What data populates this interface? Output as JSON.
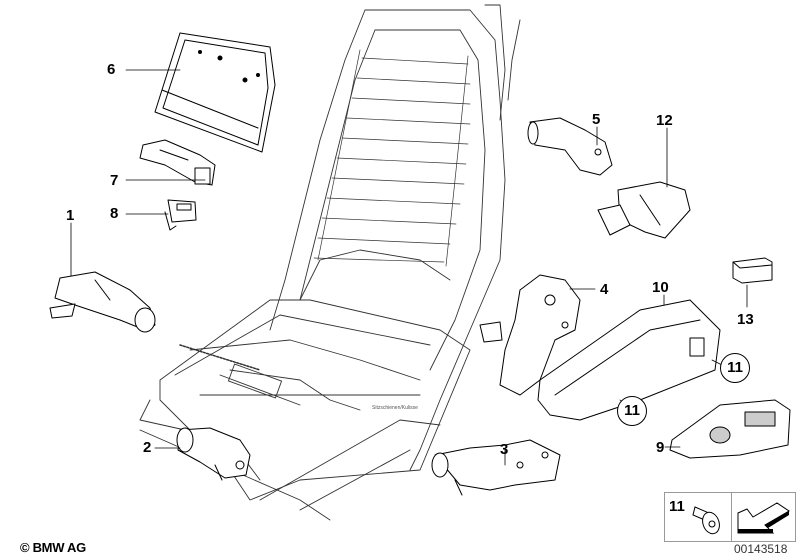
{
  "diagram": {
    "type": "parts-exploded-view",
    "subject": "Seat frame with electric seat adjustment components",
    "labels": [
      {
        "id": "1",
        "text": "1"
      },
      {
        "id": "2",
        "text": "2"
      },
      {
        "id": "3",
        "text": "3"
      },
      {
        "id": "4",
        "text": "4"
      },
      {
        "id": "5",
        "text": "5"
      },
      {
        "id": "6",
        "text": "6"
      },
      {
        "id": "7",
        "text": "7"
      },
      {
        "id": "8",
        "text": "8"
      },
      {
        "id": "9",
        "text": "9"
      },
      {
        "id": "10",
        "text": "10"
      },
      {
        "id": "12",
        "text": "12"
      },
      {
        "id": "13",
        "text": "13"
      }
    ],
    "circled_labels": [
      {
        "id": "11a",
        "text": "11"
      },
      {
        "id": "11b",
        "text": "11"
      }
    ],
    "small_stamp": "Sitzschienen/Kulisse",
    "legend": {
      "part_number": "11",
      "part_icon": "screw-icon",
      "direction_icon": "arrow-icon"
    },
    "copyright": "© BMW AG",
    "figure_number": "00143518"
  }
}
